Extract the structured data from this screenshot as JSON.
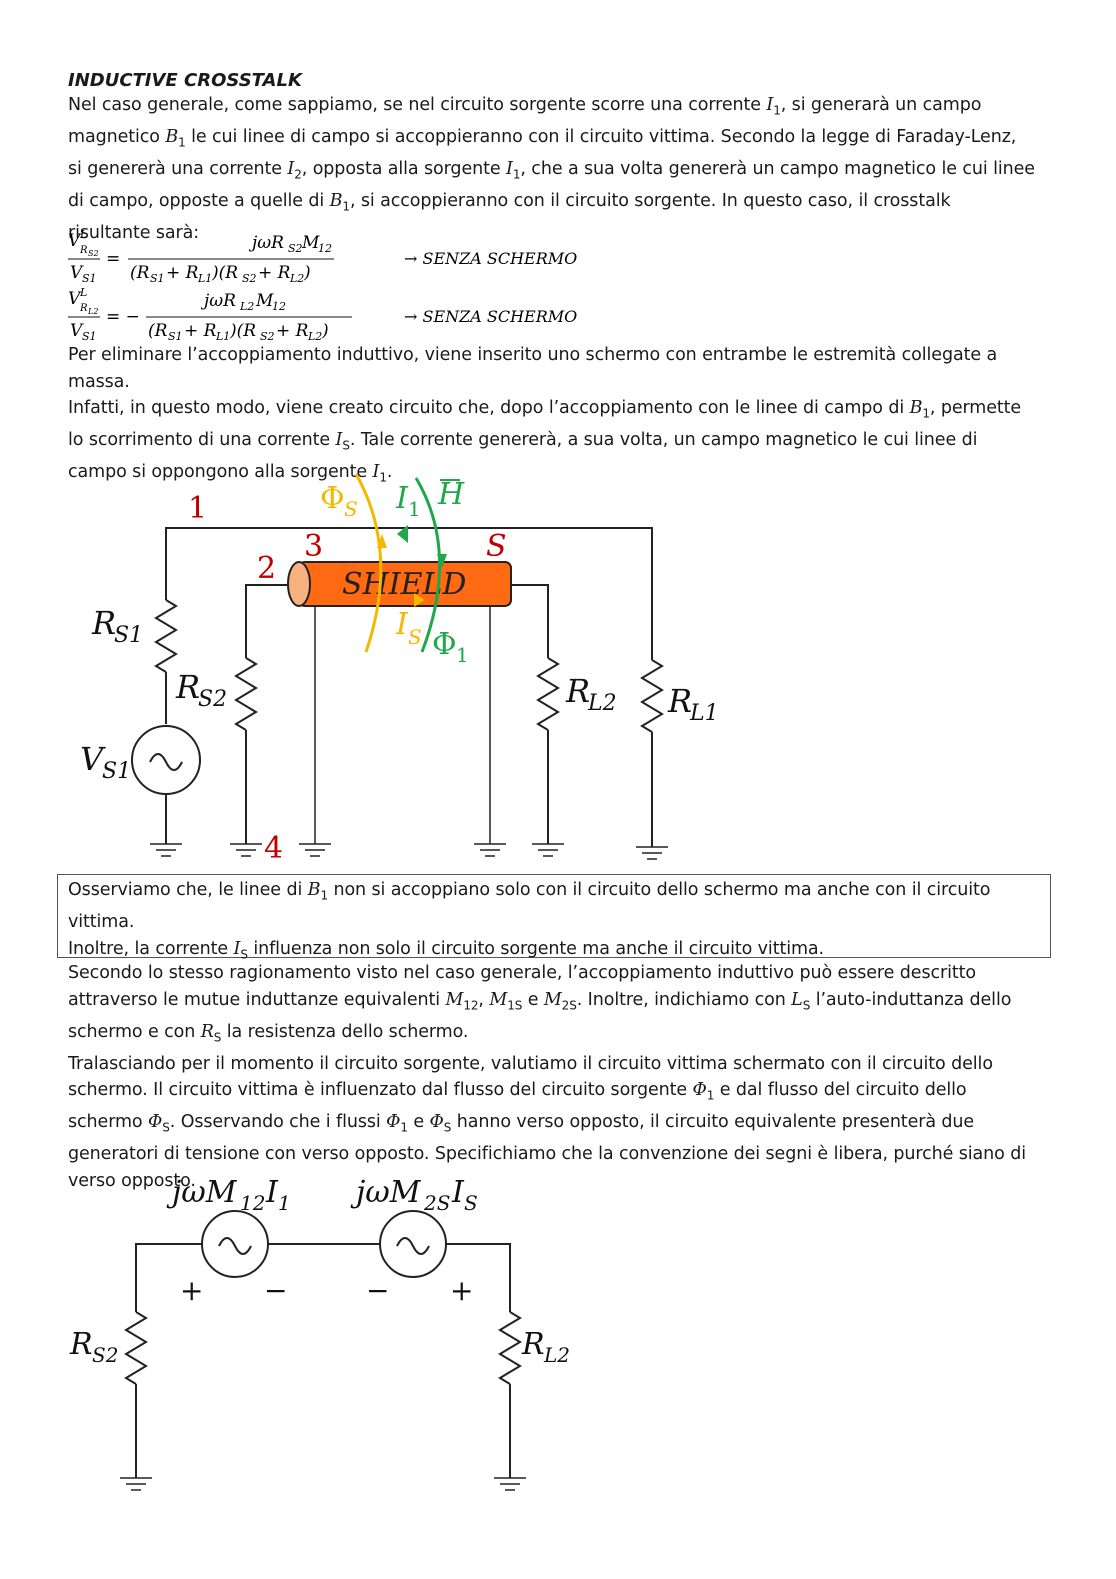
{
  "heading": "INDUCTIVE CROSSTALK",
  "para1": {
    "l1a": "Nel caso generale, come sappiamo, se nel circuito sorgente scorre una corrente ",
    "I1": "I",
    "l1b": ", si generarà un campo",
    "l2a": "magnetico ",
    "l2b": " le cui linee di campo si accoppieranno con il circuito vittima. Secondo la legge di Faraday-Lenz,",
    "l3a": "si genererà una corrente ",
    "l3b": ", opposta alla sorgente ",
    "l3c": ", che a sua volta genererà un campo magnetico le cui linee",
    "l4a": "di campo, opposte a quelle di ",
    "l4b": ", si accoppieranno con il circuito sorgente. In questo caso, il crosstalk",
    "l5": "risultante sarà:"
  },
  "equations": {
    "eq1_num": "jωR",
    "eq1_den": "(R",
    "eq1_note": "→ SENZA SCHERMO",
    "eq2_note": "→ SENZA SCHERMO"
  },
  "para2": {
    "l1": "Per eliminare l’accoppiamento induttivo, viene inserito uno schermo con entrambe le estremità collegate a",
    "l2": "massa.",
    "l3a": "Infatti, in questo modo, viene creato circuito che, dopo l’accoppiamento con le linee di campo di ",
    "l3b": ", permette",
    "l4a": "lo scorrimento di una corrente ",
    "l4b": ". Tale corrente genererà, a sua volta, un campo magnetico le cui linee di",
    "l5a": "campo si oppongono alla sorgente ",
    "l5b": "."
  },
  "figure1": {
    "node1": "1",
    "node2": "2",
    "node3": "3",
    "node4": "4",
    "shield_label": "SHIELD",
    "shield_S": "S",
    "phi_s": "Φ",
    "phi_1": "Φ",
    "H": "H",
    "I1": "I",
    "Is": "I",
    "colors": {
      "red": "#c00000",
      "orange": "#ff6a13",
      "yellow": "#f5b800",
      "green": "#1fa84a",
      "shield_end": "#f7b27f"
    }
  },
  "note": {
    "l1a": "Osserviamo che, le linee di ",
    "l1b": " non si accoppiano solo con il circuito dello schermo ma anche con il circuito",
    "l2": "vittima.",
    "l3a": "Inoltre, la corrente ",
    "l3b": " influenza non solo il circuito sorgente ma anche il circuito vittima."
  },
  "para3": {
    "l1": "Secondo lo stesso ragionamento visto nel caso generale, l’accoppiamento induttivo può essere descritto",
    "l2a": "attraverso le mutue induttanze equivalenti ",
    "l2b": ". Inoltre, indichiamo con ",
    "l2c": " l’auto-induttanza dello",
    "l3a": "schermo e con ",
    "l3b": " la resistenza dello schermo.",
    "l4": "Tralasciando per il momento il circuito sorgente, valutiamo il circuito vittima schermato con il circuito dello",
    "l5a": "schermo.  Il circuito vittima è influenzato dal flusso del circuito sorgente ",
    "l5b": " e dal flusso del circuito dello",
    "l6a": "schermo ",
    "l6b": ". Osservando che i flussi ",
    "l6c": " e ",
    "l6d": " hanno verso opposto, il circuito equivalente presenterà due",
    "l7": "generatori di tensione con verso opposto. Specifichiamo che la convenzione dei segni è libera, purché siano di",
    "l8": "verso opposto."
  },
  "figure2": {
    "gen1": "jωM",
    "gen2": "jωM",
    "plus": "+",
    "minus": "−"
  }
}
